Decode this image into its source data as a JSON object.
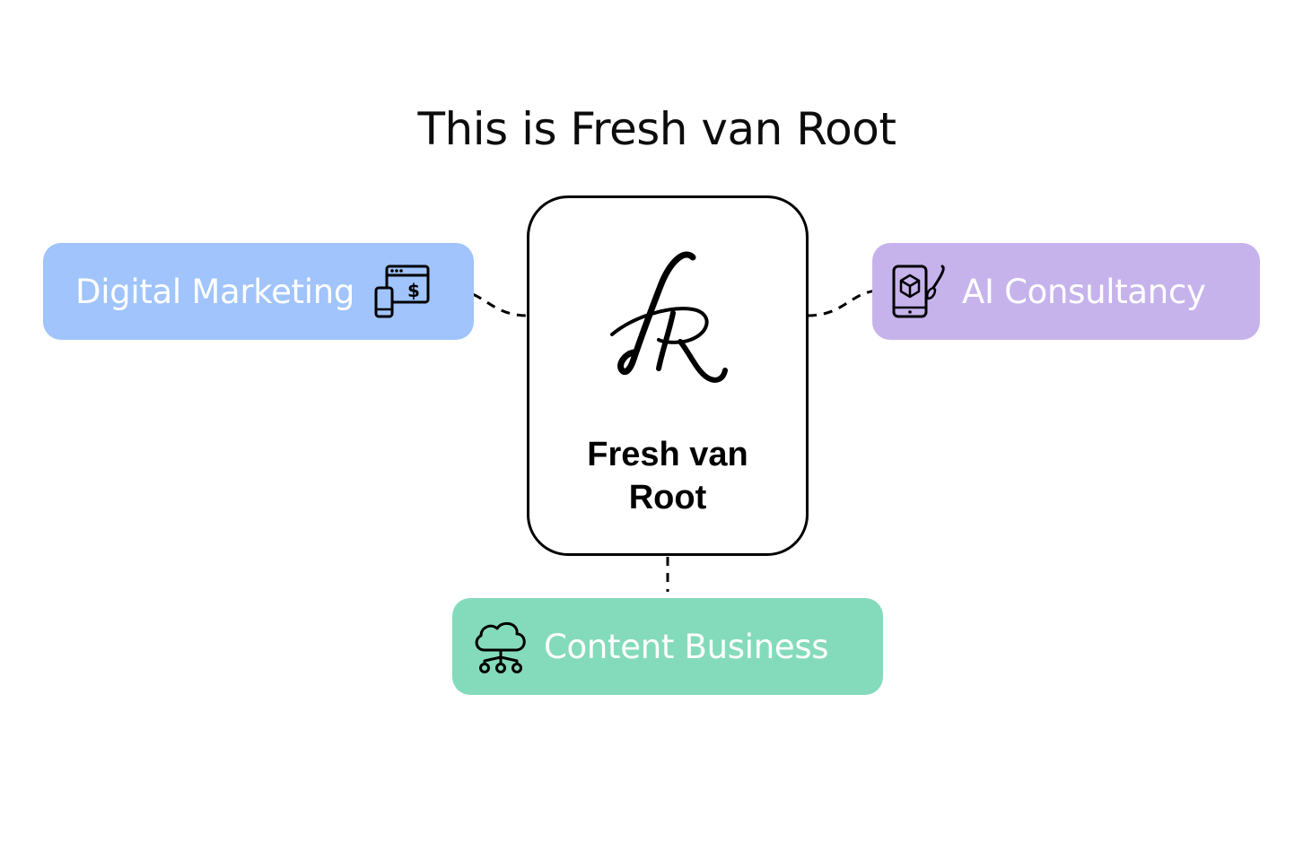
{
  "title": "This is Fresh van Root",
  "center": {
    "label_line1": "Fresh van",
    "label_line2": "Root",
    "logo_icon": "fr-monogram-logo"
  },
  "nodes": {
    "marketing": {
      "label": "Digital Marketing",
      "icon": "web-payment-devices-icon",
      "color": "#a0c4fb"
    },
    "ai": {
      "label": "AI Consultancy",
      "icon": "mobile-design-tools-icon",
      "color": "#c6b3ec"
    },
    "content": {
      "label": "Content Business",
      "icon": "cloud-network-icon",
      "color": "#84dbbb"
    }
  },
  "connectors": {
    "style": "dashed",
    "color": "#000000"
  }
}
